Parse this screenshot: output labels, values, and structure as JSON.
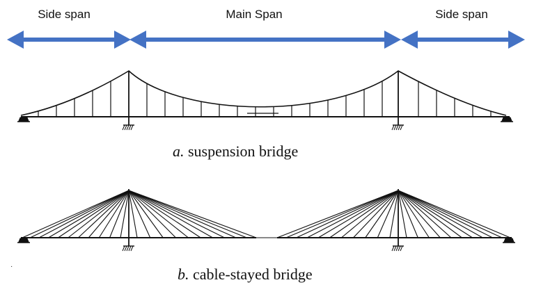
{
  "span_labels": {
    "left_side": "Side span",
    "main": "Main Span",
    "right_side": "Side span"
  },
  "captions": {
    "suspension": {
      "letter": "a.",
      "text": " suspension bridge"
    },
    "cable_stayed": {
      "letter": "b.",
      "text": " cable-stayed bridge"
    }
  },
  "colors": {
    "arrow": "#4472C4",
    "line": "#111111"
  }
}
